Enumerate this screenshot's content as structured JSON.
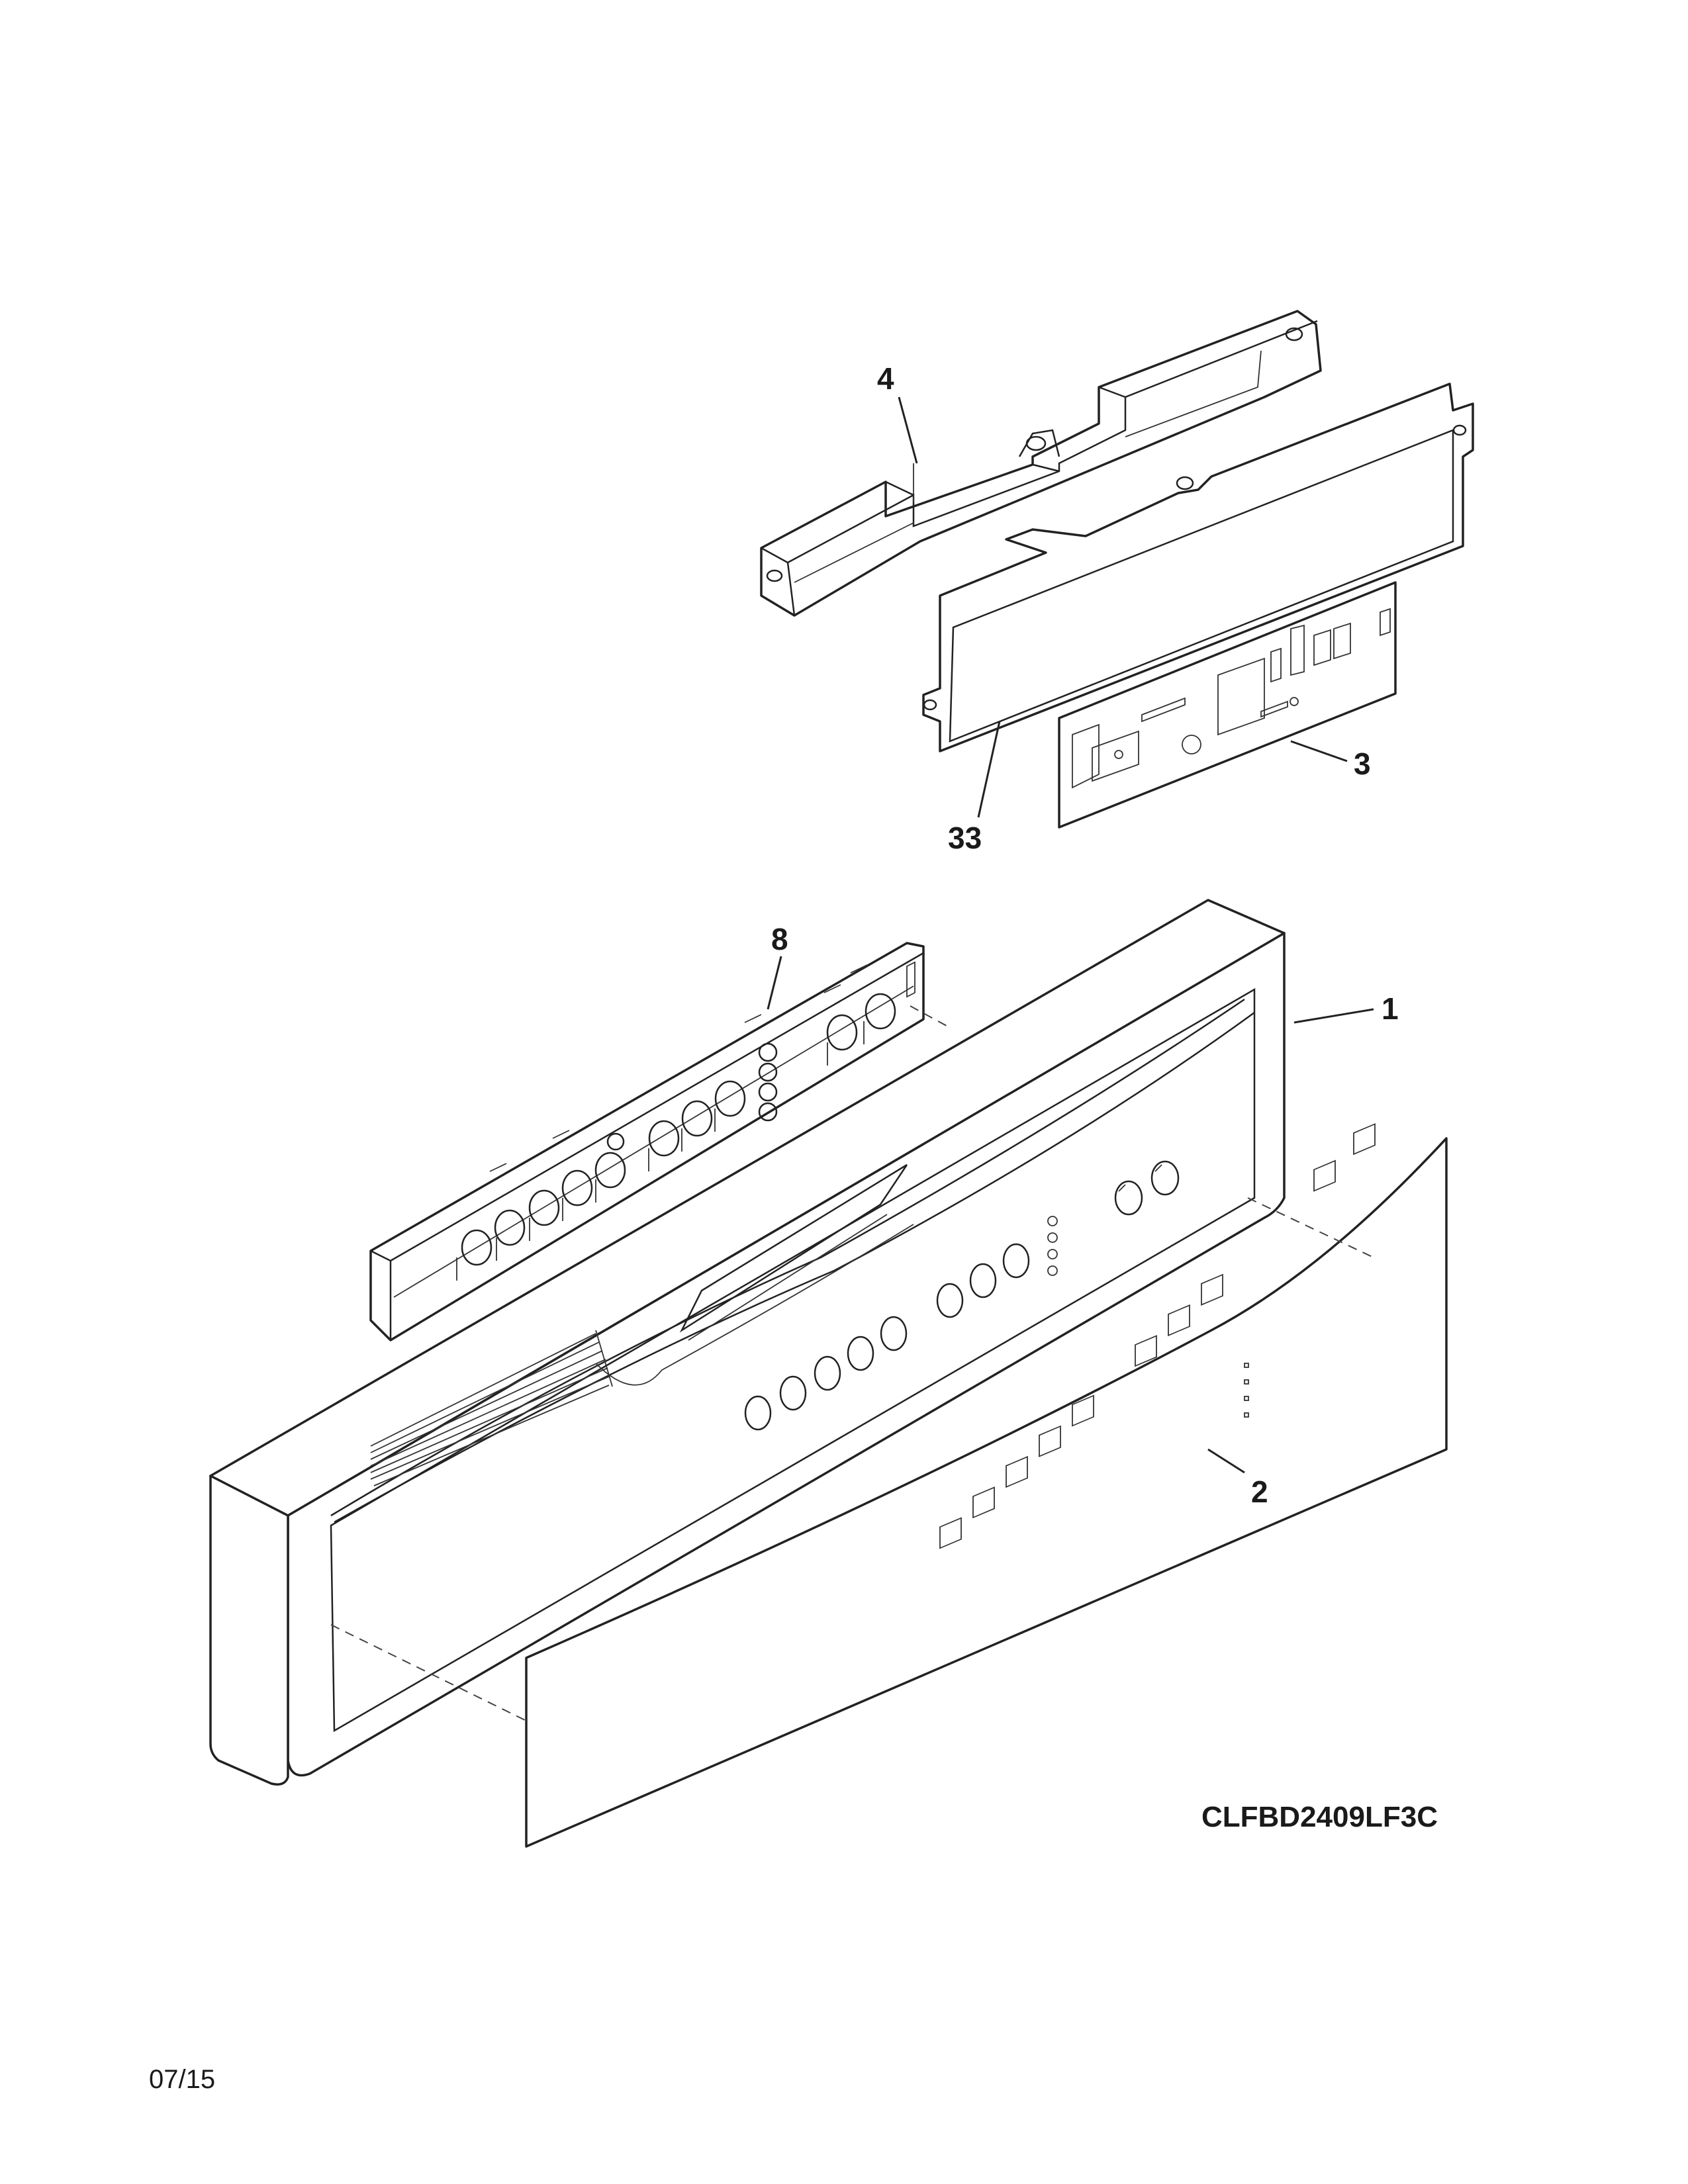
{
  "callouts": {
    "part_4": "4",
    "part_33": "33",
    "part_3": "3",
    "part_8": "8",
    "part_1": "1",
    "part_2": "2"
  },
  "model_number": "CLFBD2409LF3C",
  "footer_date": "07/15"
}
